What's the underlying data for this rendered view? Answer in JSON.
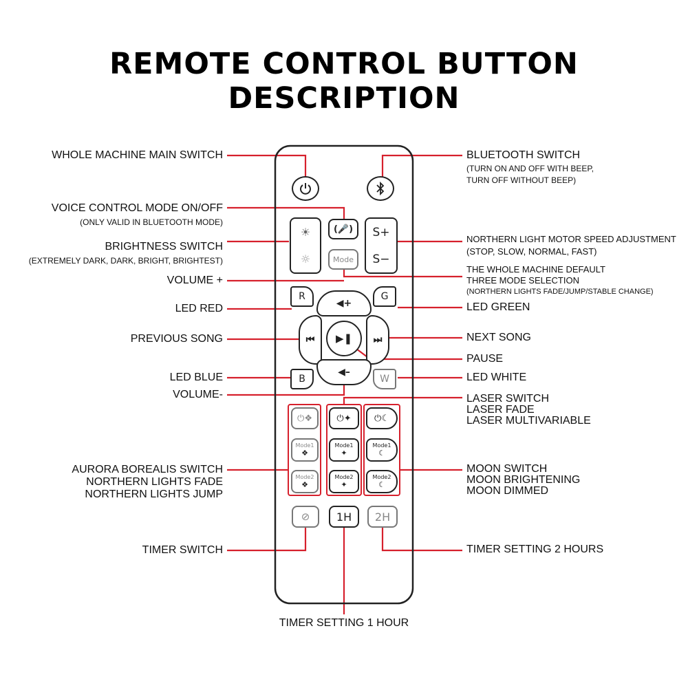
{
  "title": "REMOTE CONTROL BUTTON DESCRIPTION",
  "colors": {
    "leader_line": "#d6202c",
    "outline": "#222222"
  },
  "labels_left": {
    "main_switch": "WHOLE MACHINE MAIN SWITCH",
    "voice_control": "VOICE CONTROL MODE ON/OFF",
    "voice_control_note": "(ONLY VALID IN BLUETOOTH MODE)",
    "brightness": "BRIGHTNESS SWITCH",
    "brightness_note": "(EXTREMELY DARK, DARK, BRIGHT, BRIGHTEST)",
    "volume_plus": "VOLUME +",
    "led_red": "LED RED",
    "previous_song": "PREVIOUS SONG",
    "led_blue": "LED BLUE",
    "volume_minus": "VOLUME-",
    "aurora_1": "AURORA BOREALIS SWITCH",
    "aurora_2": "NORTHERN LIGHTS FADE",
    "aurora_3": "NORTHERN LIGHTS JUMP",
    "timer_switch": "TIMER SWITCH"
  },
  "labels_right": {
    "bluetooth": "BLUETOOTH SWITCH",
    "bluetooth_note_1": "(TURN ON AND OFF WITH BEEP,",
    "bluetooth_note_2": "TURN OFF WITHOUT BEEP)",
    "motor_speed": "NORTHERN LIGHT MOTOR SPEED ADJUSTMENT",
    "motor_speed_note": "(STOP, SLOW, NORMAL, FAST)",
    "default_mode_1": "THE WHOLE MACHINE DEFAULT",
    "default_mode_2": "THREE MODE SELECTION",
    "default_mode_note": "(NORTHERN LIGHTS FADE/JUMP/STABLE CHANGE)",
    "led_green": "LED GREEN",
    "next_song": "NEXT SONG",
    "pause": "PAUSE",
    "led_white": "LED WHITE",
    "laser_1": "LASER SWITCH",
    "laser_2": "LASER FADE",
    "laser_3": "LASER MULTIVARIABLE",
    "moon_1": "MOON SWITCH",
    "moon_2": "MOON BRIGHTENING",
    "moon_3": "MOON DIMMED",
    "timer_2h": "TIMER SETTING 2 HOURS"
  },
  "label_bottom": {
    "timer_1h": "TIMER SETTING 1 HOUR"
  },
  "buttons": {
    "speed_up": "S+",
    "speed_down": "S−",
    "mode": "Mode",
    "red": "R",
    "green": "G",
    "blue": "B",
    "white": "W",
    "mode1": "Mode1",
    "mode2": "Mode2",
    "timer_1h": "1H",
    "timer_2h": "2H"
  },
  "icons": [
    "power-icon",
    "bluetooth-icon",
    "microphone-icon",
    "sun-bright-icon",
    "sun-dim-icon",
    "volume-up-icon",
    "volume-down-icon",
    "previous-icon",
    "play-pause-icon",
    "next-icon",
    "aurora-icon",
    "laser-star-icon",
    "moon-icon",
    "timer-off-icon"
  ]
}
